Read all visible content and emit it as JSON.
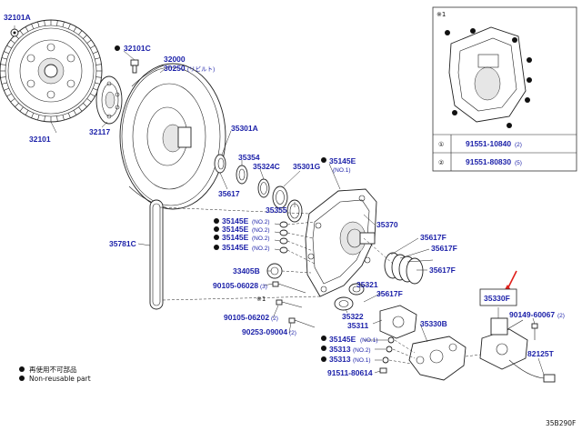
{
  "labels": {
    "p32101a": "32101A",
    "p32101": "32101",
    "p32101c": "32101C",
    "p32117": "32117",
    "p32000": "32000",
    "p30250": "30250",
    "p30250_note": "(リビルト)",
    "p35301a": "35301A",
    "p35354": "35354",
    "p35324c": "35324C",
    "p35617a": "35617",
    "p35301g": "35301G",
    "p35145e_top": "35145E",
    "p35145e_top_note": "(NO.1)",
    "p35355": "35355",
    "p35145e_1": "35145E",
    "p35145e_2": "35145E",
    "p35145e_3": "35145E",
    "p35145e_4": "35145E",
    "no2_1": "(NO.2)",
    "no2_2": "(NO.2)",
    "no2_3": "(NO.2)",
    "no2_4": "(NO.2)",
    "p35781c": "35781C",
    "p35370": "35370",
    "p35617f_1": "35617F",
    "p35617f_2": "35617F",
    "p35617f_3": "35617F",
    "p35617f_4": "35617F",
    "p33405b": "33405B",
    "p90105_06028": "90105-06028",
    "p90105_06028_qty": "(3)",
    "mark_x1": "※1",
    "p90105_06202": "90105-06202",
    "p90105_06202_qty": "(2)",
    "p90253_09004": "90253-09004",
    "p90253_09004_qty": "(2)",
    "p35321": "35321",
    "p35322": "35322",
    "p35311": "35311",
    "p35145e_b": "35145E",
    "p35145e_b_note": "(NO.1)",
    "p35313_1": "35313",
    "p35313_1_note": "(NO.2)",
    "p35313_2": "35313",
    "p35313_2_note": "(NO.1)",
    "p91511_80614": "91511-80614",
    "p35330b": "35330B",
    "p35330f": "35330F",
    "p90149_60067": "90149-60067",
    "p90149_60067_qty": "(2)",
    "p82125t": "82125T",
    "code": "35B290F"
  },
  "inset": {
    "mark": "※1",
    "rows": [
      {
        "num": "①",
        "part": "91551-10840",
        "qty": "(2)"
      },
      {
        "num": "②",
        "part": "91551-80830",
        "qty": "(5)"
      }
    ]
  },
  "legend": {
    "line1": "再使用不可部品",
    "line2": "Non-reusable part"
  },
  "colors": {
    "label": "#1a1fa8",
    "line": "#222222",
    "arrow": "#e0201b"
  }
}
